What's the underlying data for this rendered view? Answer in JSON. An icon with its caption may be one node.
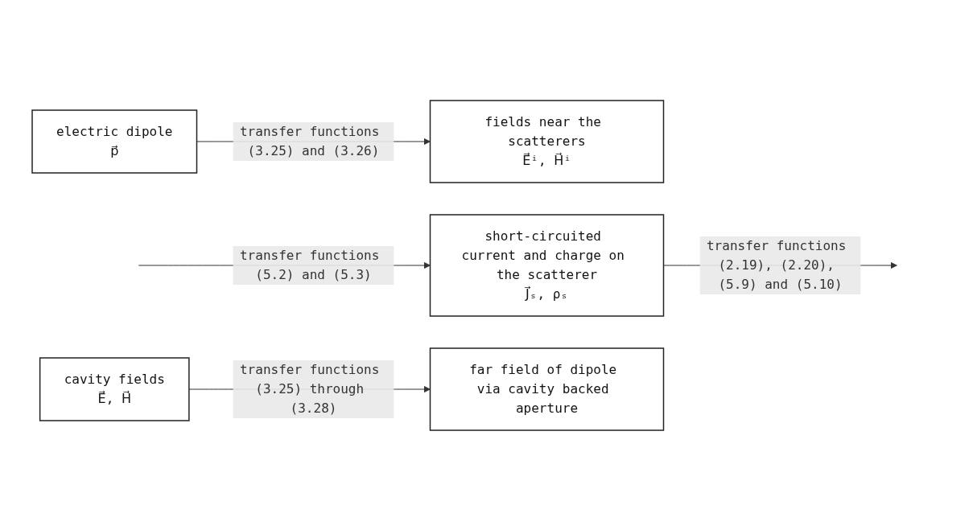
{
  "diagram": {
    "nodes": [
      {
        "text": [
          "electric dipole",
          "p⃗"
        ]
      },
      {
        "text": [
          "fields near the scatterers",
          "E⃗ⁱ, H⃗ⁱ"
        ]
      },
      {
        "text": [
          "short-circuited current and charge on the scatterer",
          "J⃗ₛ, ρₛ"
        ]
      },
      {
        "text": [
          "cavity fields",
          "E⃗, H⃗"
        ]
      },
      {
        "text": [
          "far field of dipole via cavity backed aperture"
        ]
      }
    ],
    "edges": [
      {
        "from": 0,
        "to": 1,
        "arrow": "to",
        "label": "transfer functions (3.25) and (3.26)"
      },
      {
        "from": null,
        "to": 2,
        "arrow": "to",
        "label": "transfer functions (5.2) and (5.3)"
      },
      {
        "from": 2,
        "to": null,
        "arrow": "to",
        "label": "transfer functions (2.19), (2.20), (5.9) and (5.10)"
      },
      {
        "from": 3,
        "to": 4,
        "arrow": "to",
        "label": "transfer functions (3.25) through (3.28)"
      }
    ]
  }
}
